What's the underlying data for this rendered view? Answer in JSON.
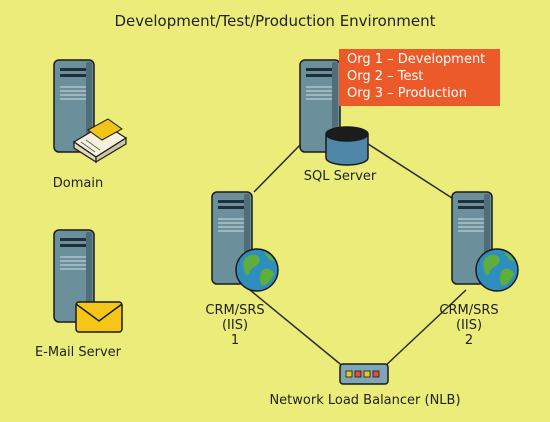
{
  "title": "Development/Test/Production Environment",
  "nodes": {
    "domain": {
      "label": "Domain"
    },
    "email": {
      "label": "E-Mail Server"
    },
    "sql": {
      "label": "SQL Server"
    },
    "crm1": {
      "line1": "CRM/SRS",
      "line2": "(IIS)",
      "line3": "1"
    },
    "crm2": {
      "line1": "CRM/SRS",
      "line2": "(IIS)",
      "line3": "2"
    },
    "nlb": {
      "label": "Network Load Balancer (NLB)"
    }
  },
  "orgs": [
    "Org 1 – Development",
    "Org 2 – Test",
    "Org 3 – Production"
  ],
  "colors": {
    "background": "#ecec7a",
    "server_body": "#6c8f9c",
    "org_box": "#ec5a2a",
    "connector": "#2b2b2b"
  }
}
